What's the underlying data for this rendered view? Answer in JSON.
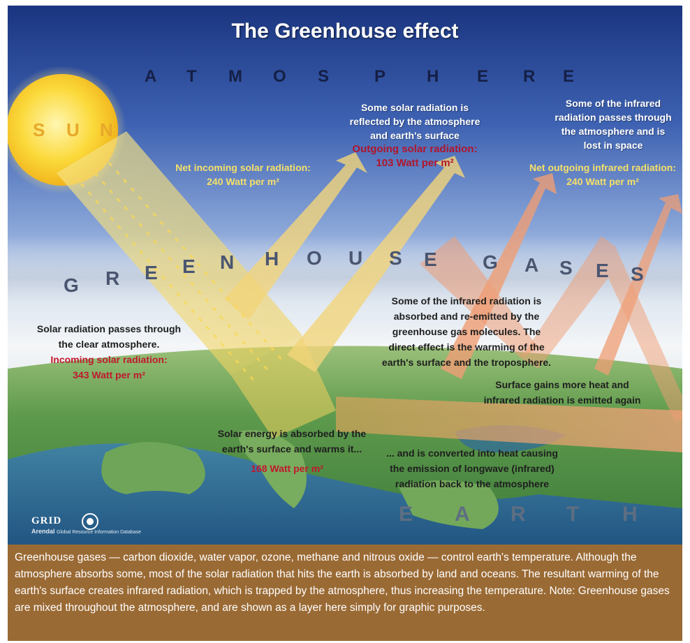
{
  "diagram": {
    "title": "The Greenhouse effect",
    "layers": {
      "atmosphere": [
        "A",
        "T",
        "M",
        "O",
        "S",
        "P",
        "H",
        "E",
        "R",
        "E"
      ],
      "greenhouse": [
        "G",
        "R",
        "E",
        "E",
        "N",
        "H",
        "O",
        "U",
        "S",
        "E"
      ],
      "gases": [
        "G",
        "A",
        "S",
        "E",
        "S"
      ],
      "earth": [
        "E",
        "A",
        "R",
        "T",
        "H"
      ],
      "sun": [
        "S",
        "U",
        "N"
      ]
    },
    "labels": {
      "reflected": [
        "Some solar radiation is",
        "reflected by the atmosphere",
        "and earth's surface"
      ],
      "outgoing_solar": [
        "Outgoing solar radiation:",
        "103 Watt per m²"
      ],
      "infrared_lost": [
        "Some of the infrared",
        "radiation passes through",
        "the atmosphere and is",
        "lost in space"
      ],
      "net_outgoing": [
        "Net outgoing infrared radiation:",
        "240 Watt per m²"
      ],
      "net_incoming": [
        "Net incoming solar radiation:",
        "240 Watt per m²"
      ],
      "solar_passes": [
        "Solar radiation passes through",
        "the clear atmosphere."
      ],
      "incoming_solar": [
        "Incoming solar radiation:",
        "343 Watt per m²"
      ],
      "absorbed_reemitted": [
        "Some of the infrared radiation is",
        "absorbed and re-emitted by the",
        "greenhouse gas molecules. The",
        "direct effect is the warming of the",
        "earth's surface and the troposphere."
      ],
      "surface_gains": [
        "Surface gains more heat and",
        "infrared radiation is emitted again"
      ],
      "solar_absorbed": [
        "Solar energy is absorbed by the",
        "earth's surface and warms it..."
      ],
      "solar_absorbed_value": "168 Watt per m²",
      "converted": [
        "... and is converted into heat causing",
        "the emission of longwave (infrared)",
        "radiation back to the atmosphere"
      ]
    },
    "logo": {
      "name": "GRID",
      "location": "Arendal",
      "sub": "Global Resource Information Database"
    }
  },
  "caption": "Greenhouse gases — carbon dioxide, water vapor, ozone, methane and nitrous oxide — control earth's temperature. Although the atmosphere absorbs some, most of the solar radiation that hits the earth is absorbed by land and oceans. The resultant warming of the earth's surface creates infrared radiation, which is trapped by the atmosphere, thus increasing the temperature. Note: Greenhouse gases are mixed throughout the atmosphere, and are shown as a layer here simply for graphic purposes.",
  "colors": {
    "sky_top": "#1f3a86",
    "sky_mid": "#6d8fcc",
    "haze": "#e8eef4",
    "sun": "#f6c928",
    "solar_beam": "#f3e27a",
    "infrared_beam": "#f0a27a",
    "accent_red": "#b0162c",
    "caption_bg": "#9a6a34"
  }
}
